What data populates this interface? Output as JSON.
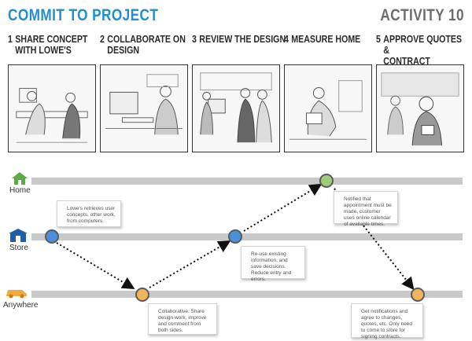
{
  "header": {
    "title": "COMMIT TO PROJECT",
    "activity": "ACTIVITY 10"
  },
  "steps": [
    {
      "num": "1",
      "label": "SHARE CONCEPT\nWITH LOWE'S"
    },
    {
      "num": "2",
      "label": "COLLABORATE ON\nDESIGN"
    },
    {
      "num": "3",
      "label": "REVIEW THE DESIGN"
    },
    {
      "num": "4",
      "label": "MEASURE HOME"
    },
    {
      "num": "5",
      "label": "APPROVE QUOTES &\nCONTRACT"
    }
  ],
  "lanes": [
    {
      "label": "Home",
      "icon": "house-icon"
    },
    {
      "label": "Store",
      "icon": "store-icon"
    },
    {
      "label": "Anywhere",
      "icon": "car-icon"
    }
  ],
  "notes": [
    "Lowe's retrieves user concepts, other work, from computers.",
    "Collaborative. Share design work, improve and comment from both sides.",
    "Re-use existing information, and save decisions. Reduce entry and errors.",
    "Notified that appointment must be made, customer uses online calendar of available times.",
    "Get notifications and agree to changes, quotes, etc. Only need to come to store for signing contracts."
  ],
  "colors": {
    "title": "#1f8fd0",
    "activity": "#6d6d6d",
    "store_node": "#4a90d9",
    "anywhere_node": "#f0b35e",
    "home_node": "#9ccc7c",
    "home_icon": "#5fa84a",
    "store_icon": "#1f5ea8",
    "car_icon": "#f3a93c"
  }
}
